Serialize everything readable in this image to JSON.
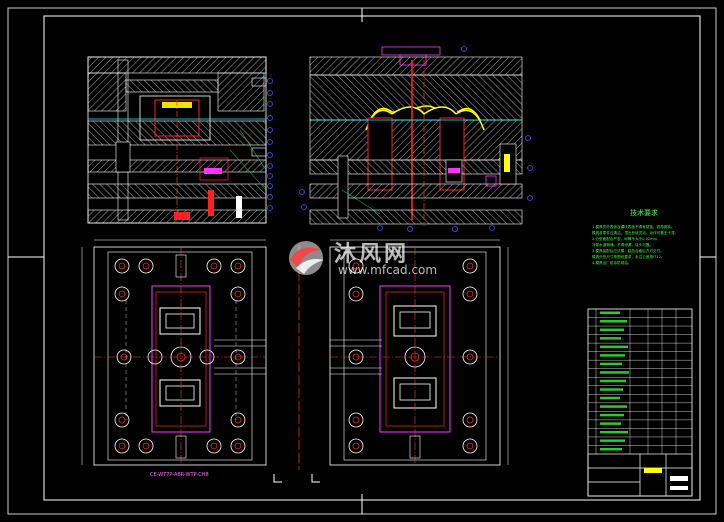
{
  "drawing": {
    "colors": {
      "background": "#000000",
      "frame": "#ffffff",
      "hatch": "#ffffff",
      "centerline": "#ff3333",
      "part_red": "#ff2020",
      "part_yellow": "#ffff00",
      "part_magenta": "#ff33ff",
      "dimension": "#00ffff",
      "balloon": "#3355ff",
      "note_green": "#33ff33"
    },
    "caption": "CE-WT7P-A8R-WTP-CH8"
  },
  "watermark": {
    "brand": "沐风网",
    "url": "www.mfcad.com",
    "icon_name": "mfcad-logo-icon"
  },
  "technical_notes": {
    "title": "技术要求",
    "lines": [
      "1.模具的外表面及镶块表面不得有锈蚀，锐角倒钝。",
      "  模具各零件应清洁，顶出系统灵活，动作可靠无卡滞。",
      "2.分型面配合严密，间隙不大于0.02mm。",
      "  冷却水道畅通，不得渗漏，接头可靠。",
      "3.模具装配后应试模，制品合格后方可交付。",
      "  模具外形尺寸按图纸要求，未注公差按IT12。",
      "4.模具出厂前涂防锈油。"
    ]
  },
  "parts_list": {
    "rows": 17,
    "title_block_label": ""
  }
}
